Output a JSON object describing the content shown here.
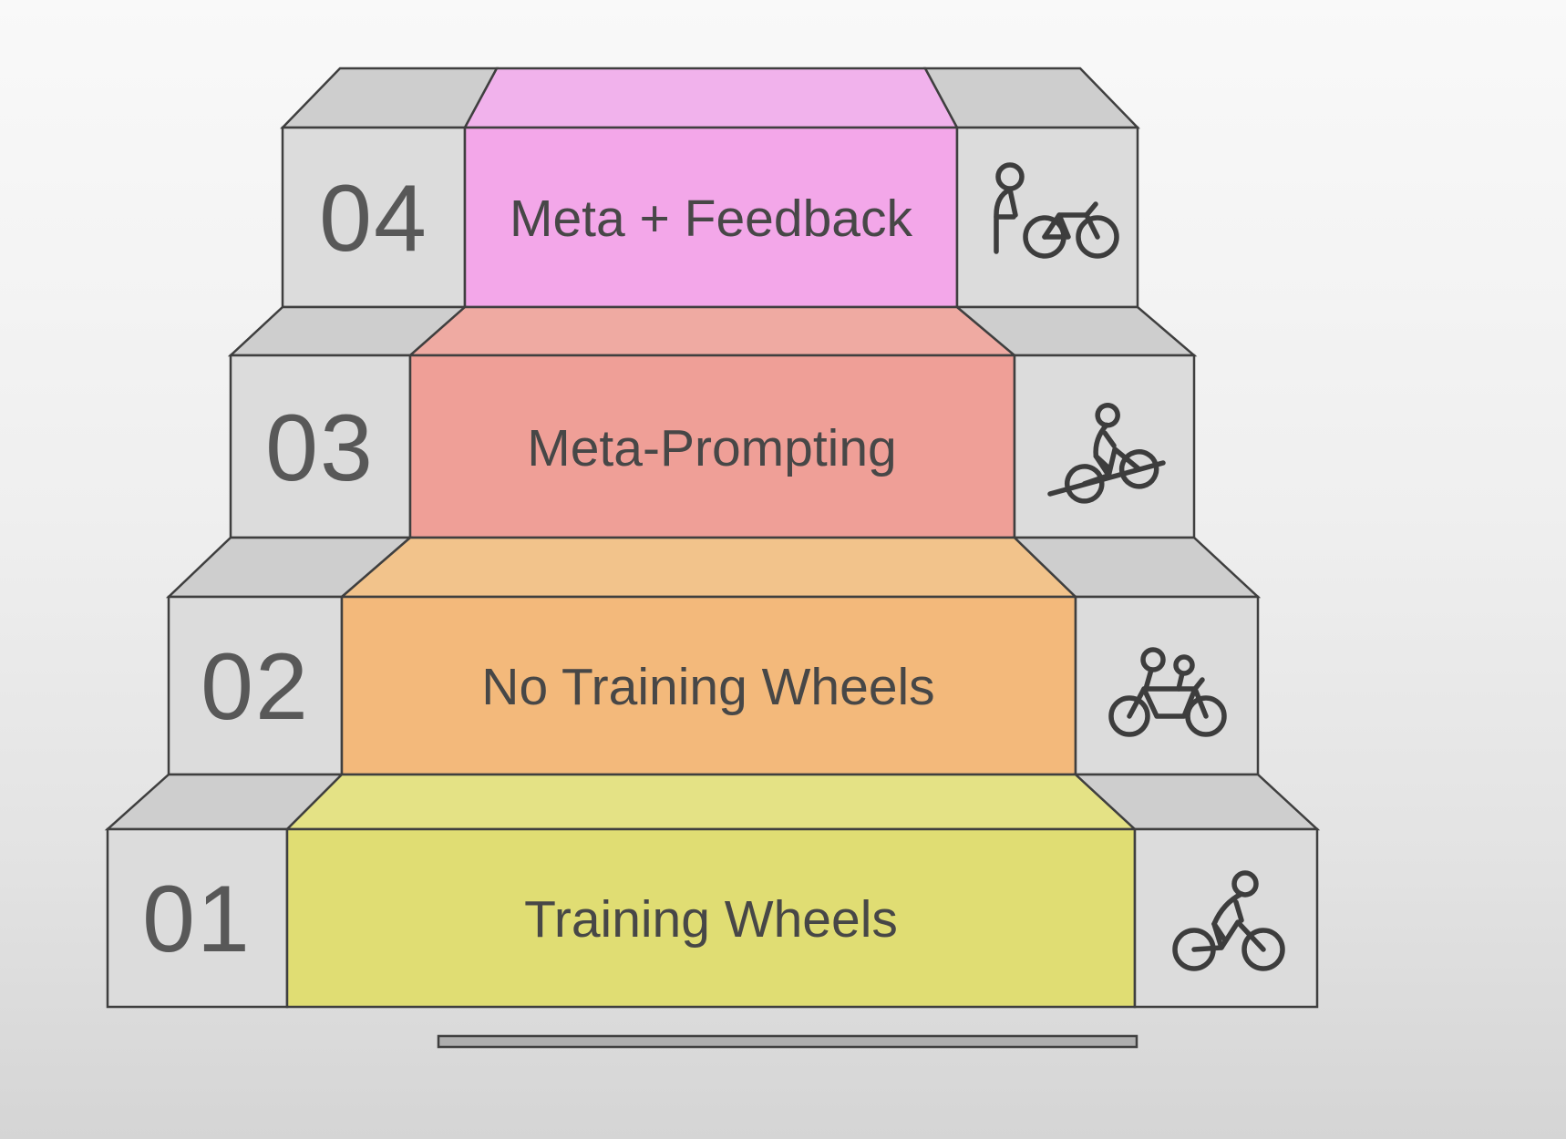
{
  "diagram": {
    "type": "staircase-pyramid",
    "steps": [
      {
        "number": "04",
        "label": "Meta + Feedback",
        "icon": "person-with-bike-icon",
        "color": "#f3a7e9",
        "color_top": "#f1b2ec"
      },
      {
        "number": "03",
        "label": "Meta-Prompting",
        "icon": "cyclist-uphill-icon",
        "color": "#ef9f97",
        "color_top": "#efaaa2"
      },
      {
        "number": "02",
        "label": "No Training Wheels",
        "icon": "tandem-cyclist-icon",
        "color": "#f3b97b",
        "color_top": "#f2c38b"
      },
      {
        "number": "01",
        "label": "Training Wheels",
        "icon": "cyclist-icon",
        "color": "#e0dd73",
        "color_top": "#e4e285"
      }
    ],
    "colors": {
      "cap_front": "#dcdcdc",
      "cap_top": "#cecece",
      "outline": "#3f3f3f",
      "label_text": "#474747",
      "number_text": "#585858",
      "background_top": "#f9f9f9",
      "background_bottom": "#d5d5d5",
      "base_strip": "#aeaeae"
    }
  }
}
